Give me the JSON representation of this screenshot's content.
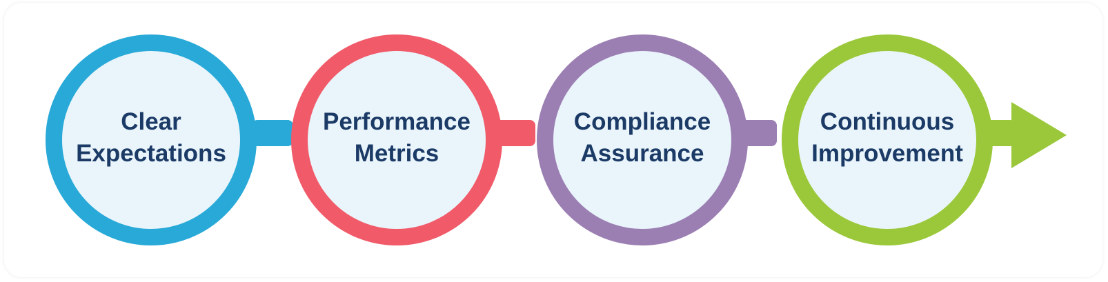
{
  "diagram": {
    "steps": [
      {
        "line1": "Clear",
        "line2": "Expectations",
        "color": "#29a9d8"
      },
      {
        "line1": "Performance",
        "line2": "Metrics",
        "color": "#f05a69"
      },
      {
        "line1": "Compliance",
        "line2": "Assurance",
        "color": "#9b7fb3"
      },
      {
        "line1": "Continuous",
        "line2": "Improvement",
        "color": "#9bc83a"
      }
    ],
    "text_color": "#1b3a66",
    "circle_fill": "#eaf5fb"
  }
}
